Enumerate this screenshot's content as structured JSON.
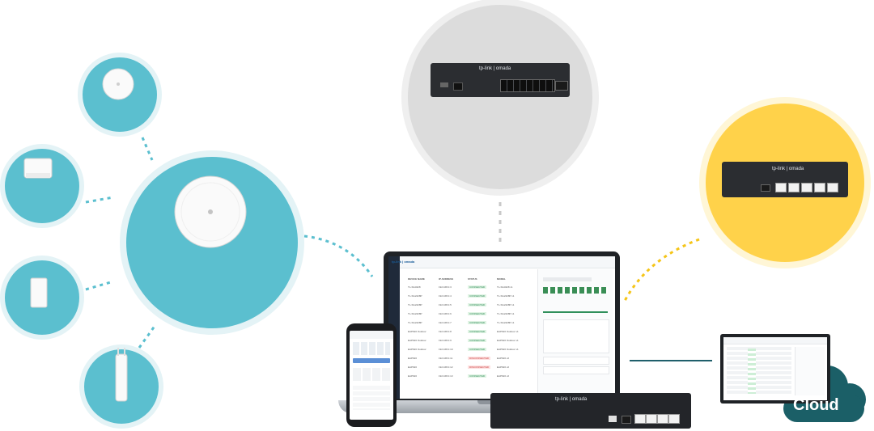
{
  "colors": {
    "teal": "#5bbfcf",
    "teal_light": "#e4f3f6",
    "gray_circle": "#dcdcdc",
    "gray_ring": "#efefef",
    "yellow": "#ffd24a",
    "yellow_ring": "#fff6d6",
    "cloud": "#1b5f67"
  },
  "switch": {
    "brand": "tp-link | omada"
  },
  "gateway_top": {
    "brand": "tp-link | omada"
  },
  "gateway_bottom": {
    "brand": "tp-link | omada"
  },
  "cloud": {
    "label": "Cloud"
  },
  "icons": [
    "ceiling-access-point-icon",
    "wall-plate-access-point-icon",
    "outdoor-access-point-icon"
  ],
  "laptop_ui": {
    "logo": "tp-link | omada",
    "columns": [
      "DEVICE NAME",
      "IP ADDRESS",
      "STATUS",
      "MODEL"
    ],
    "rows": [
      [
        "TL-SG3428",
        "192.168.0.3",
        "CONNECTED",
        "TL-SG3428 v1"
      ],
      [
        "TL-SG2428P",
        "192.168.0.4",
        "CONNECTED",
        "TL-SG2428P v1"
      ],
      [
        "TL-SG2428P",
        "192.168.0.5",
        "CONNECTED",
        "TL-SG2428P v1"
      ],
      [
        "TL-SG2428P",
        "192.168.0.6",
        "CONNECTED",
        "TL-SG2428P v1"
      ],
      [
        "TL-SG2428P",
        "192.168.0.7",
        "CONNECTED",
        "TL-SG2428P v1"
      ],
      [
        "EAP620 Outdoor",
        "192.168.0.8",
        "CONNECTED",
        "EAP620 Outdoor v1"
      ],
      [
        "EAP620 Outdoor",
        "192.168.0.9",
        "CONNECTED",
        "EAP620 Outdoor v1"
      ],
      [
        "EAP620 Outdoor",
        "192.168.0.10",
        "CONNECTED",
        "EAP620 Outdoor v1"
      ],
      [
        "EAP620",
        "192.168.0.11",
        "DISCONNECTED",
        "EAP620 v2"
      ],
      [
        "EAP620",
        "192.168.0.12",
        "DISCONNECTED",
        "EAP620 v2"
      ],
      [
        "EAP620",
        "192.168.0.13",
        "CONNECTED",
        "EAP620 v2"
      ]
    ]
  }
}
